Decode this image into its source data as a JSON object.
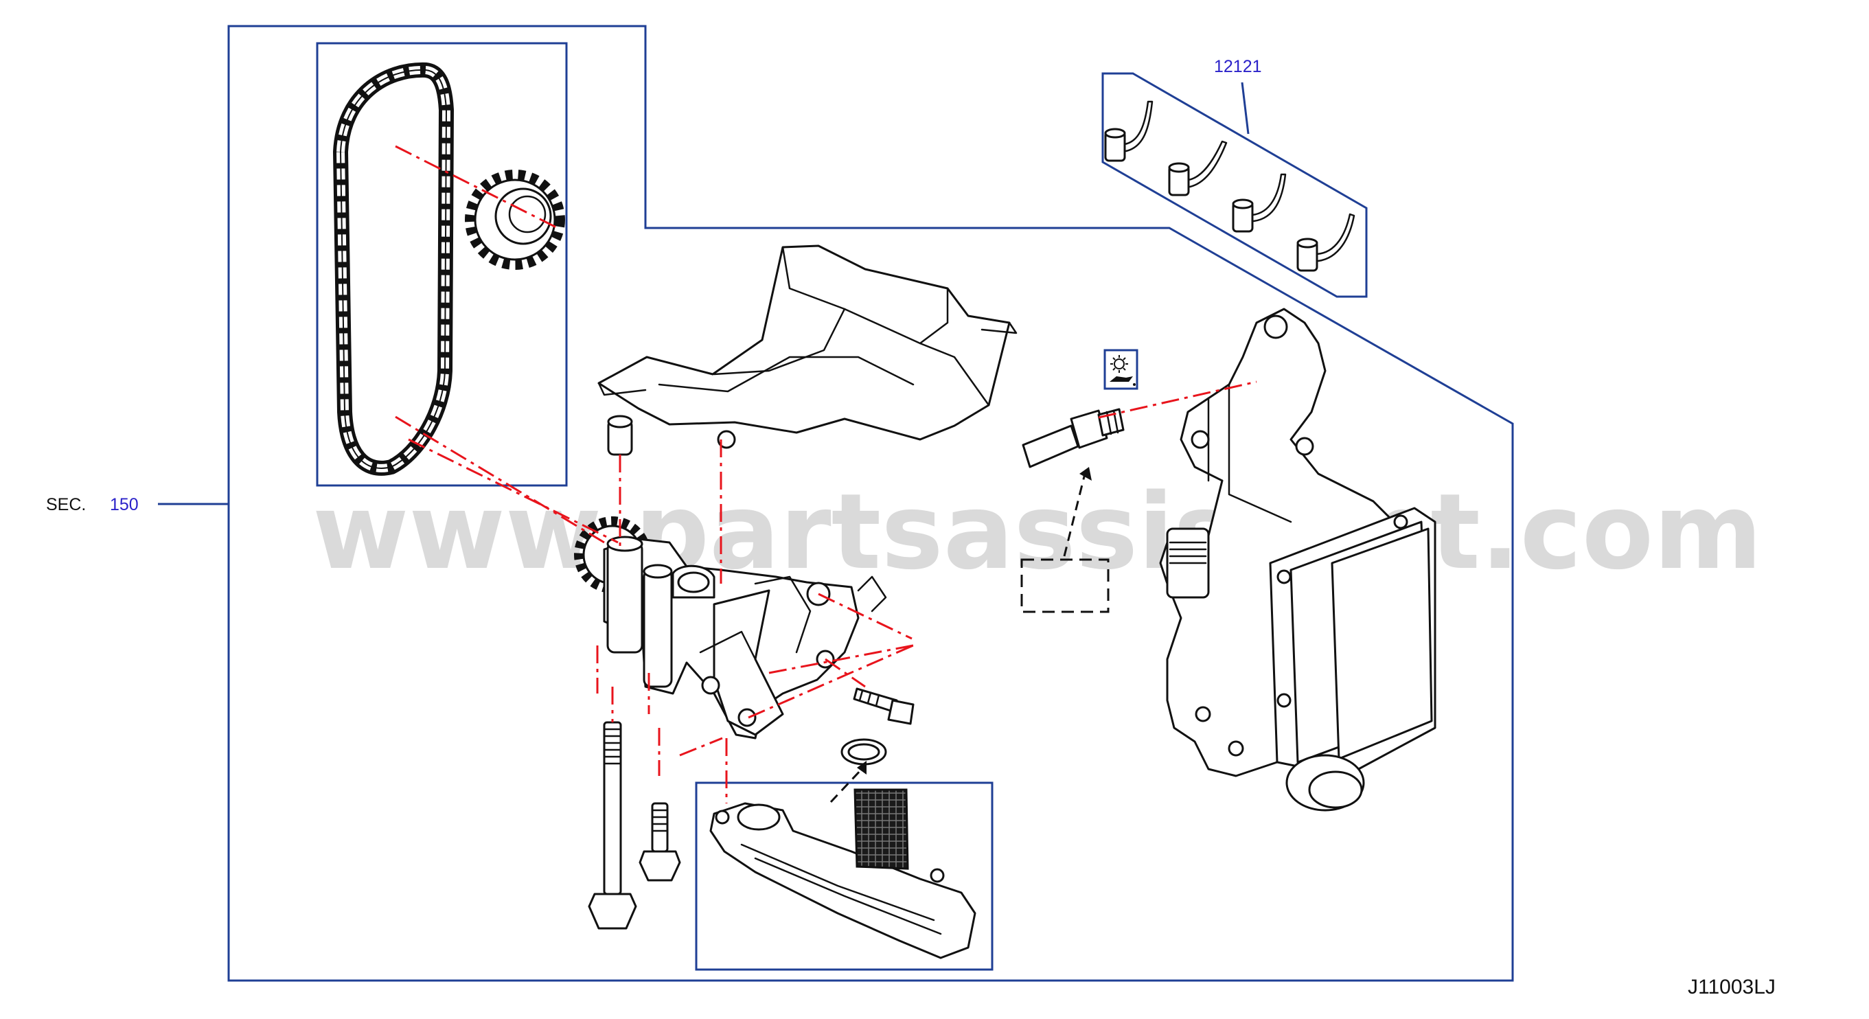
{
  "watermark": "www.partsassistant.com",
  "sec_label": "SEC.",
  "sec_number": "150",
  "part_ref": "12121",
  "figure_code": "J11003LJ",
  "colors": {
    "frame": "#1f3f95",
    "leader": "#e8141c",
    "ref_text": "#2b22c9",
    "ink": "#111111"
  },
  "icons": [
    "oil-pressure-warning-icon"
  ]
}
